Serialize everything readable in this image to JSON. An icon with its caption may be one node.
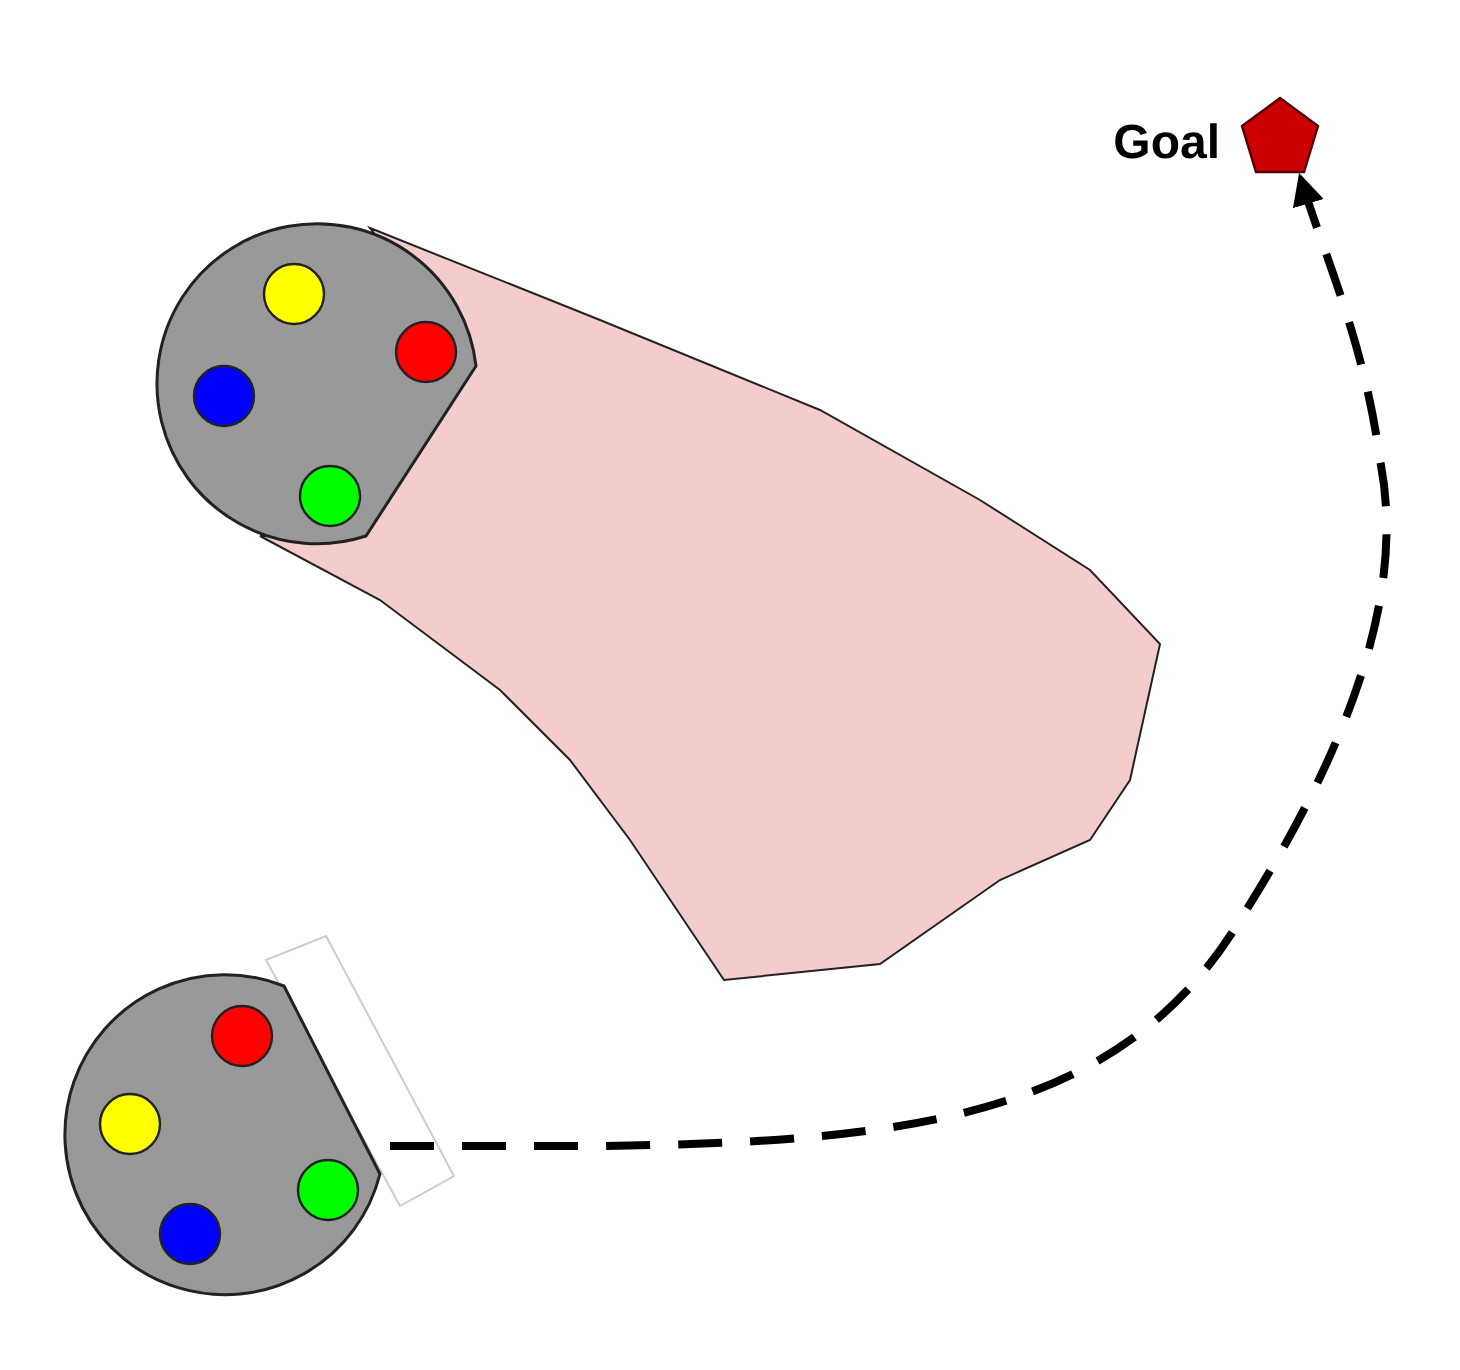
{
  "diagram": {
    "nodes": [
      {
        "text": [],
        "shape": "circle"
      },
      {
        "text": [],
        "shape": "circle"
      },
      {
        "text": [],
        "shape": "pentagon",
        "beside": [
          "Goal"
        ]
      }
    ],
    "edges": [
      {
        "from": 1,
        "to": 2,
        "arrow": "to",
        "style": "dashed"
      }
    ]
  }
}
